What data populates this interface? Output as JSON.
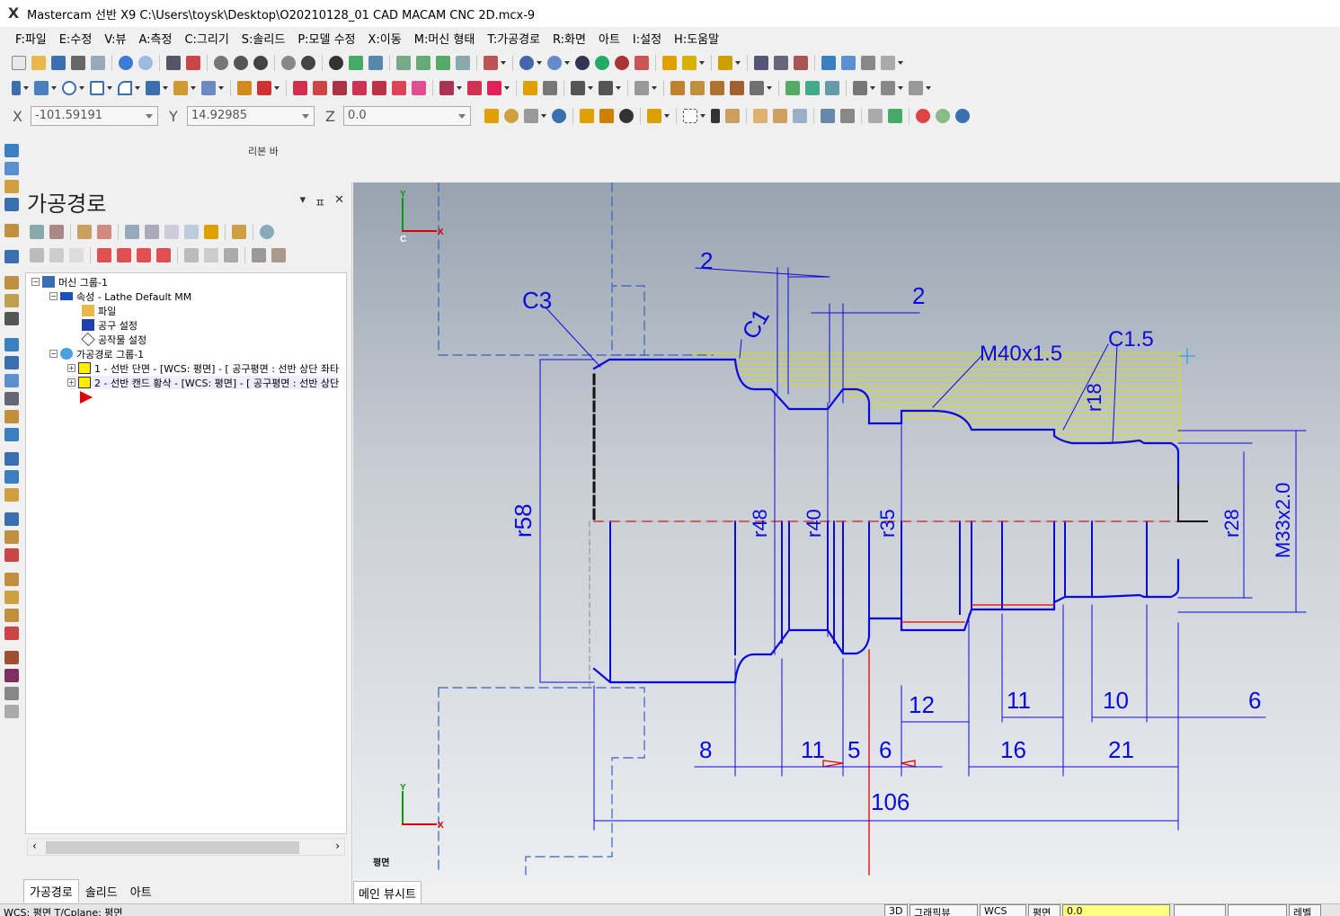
{
  "window": {
    "title": "Mastercam 선반 X9  C:\\Users\\toysk\\Desktop\\O20210128_01 CAD MACAM CNC 2D.mcx-9"
  },
  "menu": [
    "F:파일",
    "E:수정",
    "V:뷰",
    "A:측정",
    "C:그리기",
    "S:솔리드",
    "P:모델 수정",
    "X:이동",
    "M:머신 형태",
    "T:가공경로",
    "R:화면",
    "아트",
    "I:설정",
    "H:도움말"
  ],
  "coords": {
    "x_label": "X",
    "x_value": "-101.59191",
    "y_label": "Y",
    "y_value": "14.92985",
    "z_label": "Z",
    "z_value": "0.0"
  },
  "ribbon": {
    "label": "리본 바"
  },
  "panel": {
    "title": "가공경로",
    "controls": {
      "dropdown": "▾",
      "pin": "ㅍ",
      "close": "✕"
    },
    "tree": {
      "machine_group": "머신 그룹-1",
      "properties": "속성 - Lathe Default MM",
      "file": "파일",
      "tool_settings": "공구 설정",
      "stock_settings": "공작물 설정",
      "toolpath_group": "가공경로 그룹-1",
      "op1": "1 - 선반 단면 - [WCS: 평면] - [  공구평면  : 선반 상단 좌타",
      "op2": "2 - 선반 캔드 황삭 - [WCS: 평면] - [  공구평면  : 선반 상단"
    },
    "tabs": [
      "가공경로",
      "솔리드",
      "아트"
    ]
  },
  "viewport": {
    "tab": "메인 뷰시트",
    "view_label": "평면",
    "axes": {
      "y": "Y",
      "x": "X",
      "c": "C"
    },
    "dims": {
      "d2_top": "2",
      "d2_right": "2",
      "c3": "C3",
      "c1": "C1",
      "m40": "M40x1.5",
      "c15": "C1.5",
      "r18": "r18",
      "phi58": "r58",
      "phi48": "r48",
      "phi40": "r40",
      "phi35": "r35",
      "phi28": "r28",
      "m33": "M33x2.0",
      "l12": "12",
      "l11a": "11",
      "l10": "10",
      "l6a": "6",
      "l8": "8",
      "l11b": "11",
      "l5": "5",
      "l6b": "6",
      "l16": "16",
      "l21": "21",
      "l106": "106"
    }
  },
  "status": {
    "left": "WCS: 평면   T/Cplane: 평면",
    "mode": "3D",
    "view": "그래픽뷰",
    "wcs": "WCS",
    "plane": "평면",
    "z_field": "0.0",
    "level": "레벨"
  },
  "colors": {
    "geometry": "#0a0adc",
    "highlight": "#e00000",
    "stock_hatch": "#d8e000",
    "background_top": "#98a3b0"
  }
}
